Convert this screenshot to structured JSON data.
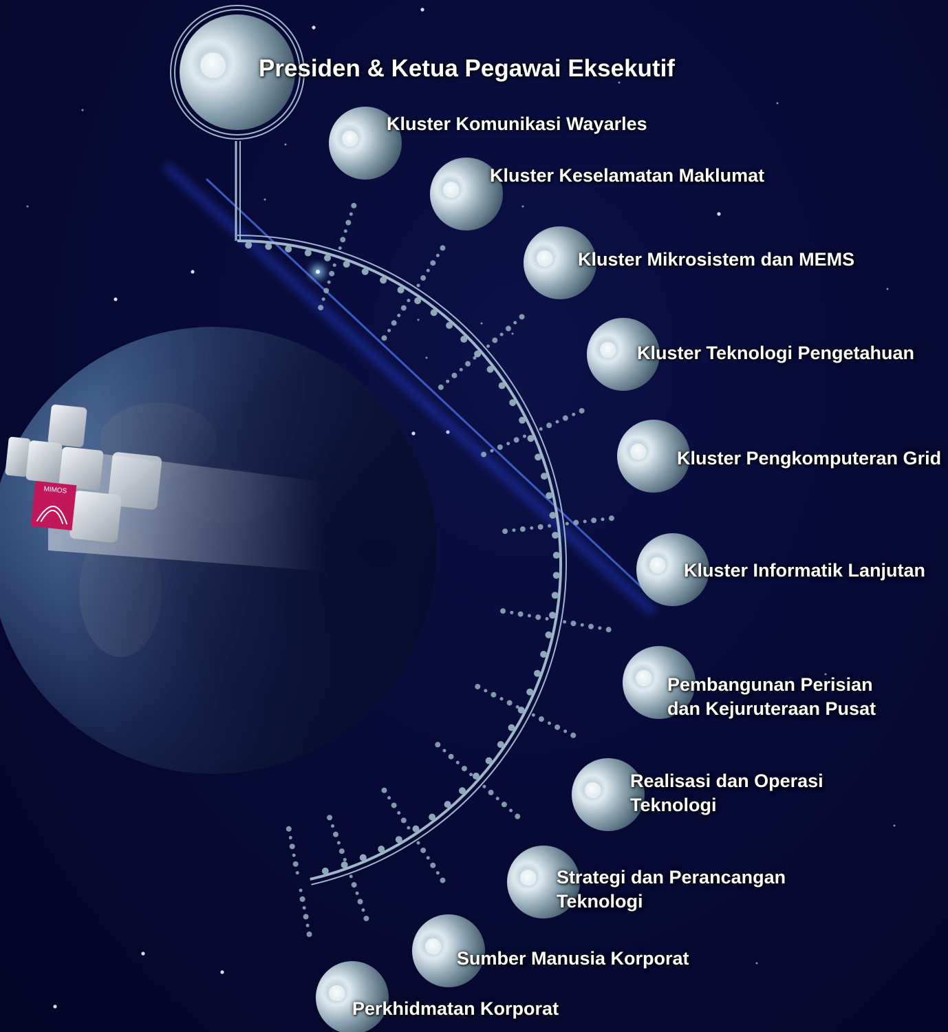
{
  "root": {
    "label": "Presiden & Ketua Pegawai Eksekutif"
  },
  "units": [
    {
      "id": "wayarles",
      "lines": [
        "Kluster Komunikasi Wayarles"
      ]
    },
    {
      "id": "keselamatan",
      "lines": [
        "Kluster Keselamatan Maklumat"
      ]
    },
    {
      "id": "mems",
      "lines": [
        "Kluster Mikrosistem dan MEMS"
      ]
    },
    {
      "id": "pengetahuan",
      "lines": [
        "Kluster Teknologi Pengetahuan"
      ]
    },
    {
      "id": "grid",
      "lines": [
        "Kluster Pengkomputeran Grid"
      ]
    },
    {
      "id": "informatik",
      "lines": [
        "Kluster Informatik Lanjutan"
      ]
    },
    {
      "id": "perisian",
      "lines": [
        "Pembangunan Perisian",
        "dan Kejuruteraan Pusat"
      ]
    },
    {
      "id": "realisasi",
      "lines": [
        "Realisasi dan Operasi",
        "Teknologi"
      ]
    },
    {
      "id": "strategi",
      "lines": [
        "Strategi dan Perancangan",
        "Teknologi"
      ]
    },
    {
      "id": "sdm",
      "lines": [
        "Sumber Manusia Korporat"
      ]
    },
    {
      "id": "perkhidmatan",
      "lines": [
        "Perkhidmatan Korporat"
      ]
    }
  ],
  "logo": {
    "text": "MIMOS"
  },
  "colors": {
    "background": "#070a35",
    "line": "#9fb8c8",
    "dots": "#8ea8b8",
    "sphere_light": "#e9f2f7",
    "sphere_dark": "#3d5868",
    "logo": "#c2185b"
  }
}
